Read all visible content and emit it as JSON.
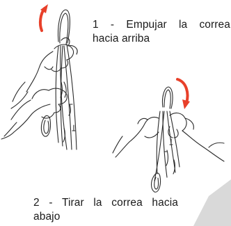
{
  "step_1": {
    "line_1": "1 - Empujar la correa",
    "line_2": "hacia arriba",
    "arrow_direction": "up"
  },
  "step_2": {
    "line_1": "2 - Tirar la correa hacia",
    "line_2": "abajo",
    "arrow_direction": "down"
  },
  "colors": {
    "arrow": "#e8402a",
    "line_art": "#2a2a2a",
    "corner_triangle": "#d9d9d9",
    "text": "#1a1a1a"
  }
}
